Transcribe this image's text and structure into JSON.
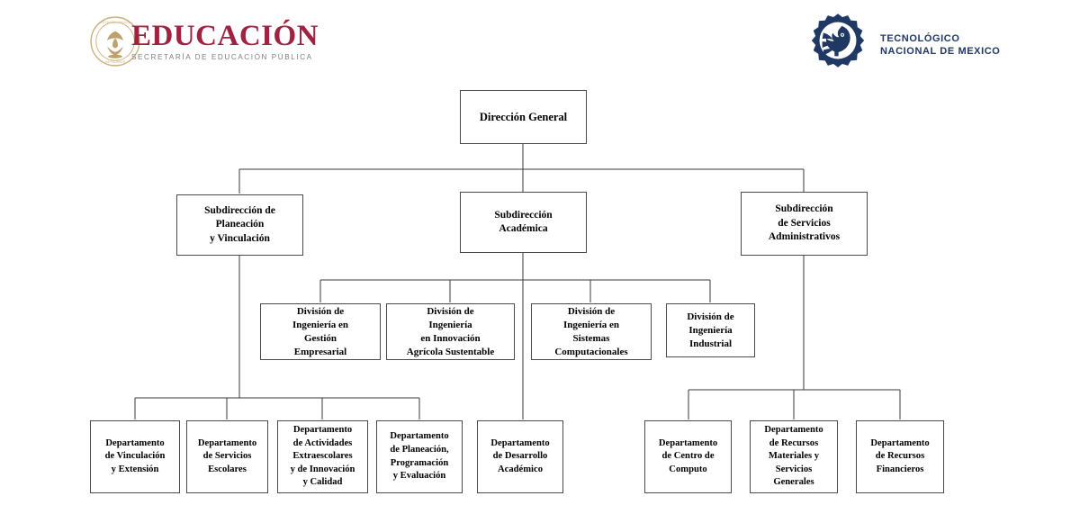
{
  "header": {
    "sep_logo": {
      "wordmark": "EDUCACIÓN",
      "subtitle": "SECRETARÍA DE EDUCACIÓN PÚBLICA",
      "seal_name": "mexican-coat-of-arms-seal",
      "color": "#9f2241",
      "subtitle_color": "#7f7f7f"
    },
    "tecnm_logo": {
      "line1": "TECNOLÓGICO",
      "line2": "NACIONAL DE MEXICO",
      "mark_name": "gear-eagle-head-mark",
      "color": "#1f3864"
    }
  },
  "chart_data": {
    "type": "diagram",
    "title": "Organigrama",
    "border_color": "#4a4a4a",
    "line_color": "#3a3a3a",
    "nodes": [
      {
        "id": "direccion-general",
        "label": "Dirección General",
        "level": 1
      },
      {
        "id": "subdir-planeacion",
        "label": "Subdirección de\nPlaneación\ny Vinculación",
        "level": 2
      },
      {
        "id": "subdir-academica",
        "label": "Subdirección\nAcadémica",
        "level": 2
      },
      {
        "id": "subdir-servicios-admin",
        "label": "Subdirección\nde Servicios\nAdministrativos",
        "level": 2
      },
      {
        "id": "div-gestion-empresarial",
        "label": "División de\nIngeniería en\nGestión\nEmpresarial",
        "level": 3
      },
      {
        "id": "div-innovacion-agricola",
        "label": "División de\nIngeniería\nen Innovación\nAgrícola Sustentable",
        "level": 3
      },
      {
        "id": "div-sistemas-computacionales",
        "label": "División de\nIngeniería en\nSistemas\nComputacionales",
        "level": 3
      },
      {
        "id": "div-industrial",
        "label": "División  de\nIngeniería\nIndustrial",
        "level": 3
      },
      {
        "id": "depto-vinculacion-extension",
        "label": "Departamento\nde Vinculación\ny Extensión",
        "level": 4
      },
      {
        "id": "depto-servicios-escolares",
        "label": "Departamento\nde Servicios\nEscolares",
        "level": 4
      },
      {
        "id": "depto-actividades-extraescolares",
        "label": "Departamento\nde Actividades\nExtraescolares\ny de Innovación\ny Calidad",
        "level": 4
      },
      {
        "id": "depto-planeacion-programacion",
        "label": "Departamento\nde Planeación,\nProgramación\ny Evaluación",
        "level": 4
      },
      {
        "id": "depto-desarrollo-academico",
        "label": "Departamento\nde Desarrollo\nAcadémico",
        "level": 4
      },
      {
        "id": "depto-centro-computo",
        "label": "Departamento\nde Centro de\nComputo",
        "level": 4
      },
      {
        "id": "depto-recursos-materiales",
        "label": "Departamento\nde Recursos\nMateriales y\nServicios\nGenerales",
        "level": 4
      },
      {
        "id": "depto-recursos-financieros",
        "label": "Departamento\nde Recursos\nFinancieros",
        "level": 4
      }
    ],
    "edges": [
      {
        "from": "direccion-general",
        "to": "subdir-planeacion"
      },
      {
        "from": "direccion-general",
        "to": "subdir-academica"
      },
      {
        "from": "direccion-general",
        "to": "subdir-servicios-admin"
      },
      {
        "from": "subdir-academica",
        "to": "div-gestion-empresarial"
      },
      {
        "from": "subdir-academica",
        "to": "div-innovacion-agricola"
      },
      {
        "from": "subdir-academica",
        "to": "div-sistemas-computacionales"
      },
      {
        "from": "subdir-academica",
        "to": "div-industrial"
      },
      {
        "from": "subdir-planeacion",
        "to": "depto-vinculacion-extension"
      },
      {
        "from": "subdir-planeacion",
        "to": "depto-servicios-escolares"
      },
      {
        "from": "subdir-planeacion",
        "to": "depto-actividades-extraescolares"
      },
      {
        "from": "subdir-planeacion",
        "to": "depto-planeacion-programacion"
      },
      {
        "from": "subdir-academica",
        "to": "depto-desarrollo-academico"
      },
      {
        "from": "subdir-servicios-admin",
        "to": "depto-centro-computo"
      },
      {
        "from": "subdir-servicios-admin",
        "to": "depto-recursos-materiales"
      },
      {
        "from": "subdir-servicios-admin",
        "to": "depto-recursos-financieros"
      }
    ]
  }
}
